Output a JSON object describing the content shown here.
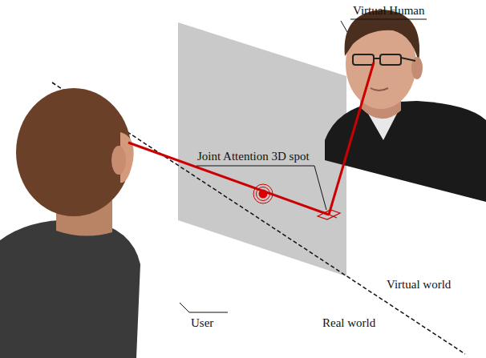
{
  "diagram": {
    "labels": [
      "Virtual Human",
      "Joint Attention 3D spot",
      "Virtual world",
      "Real world",
      "User"
    ]
  }
}
